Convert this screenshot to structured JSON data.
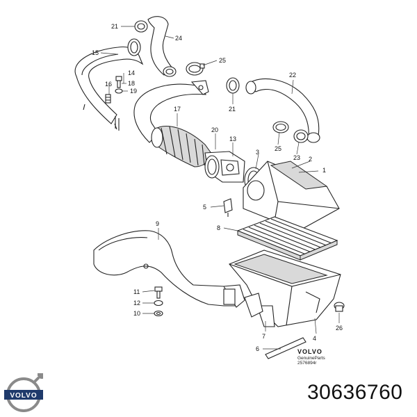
{
  "callouts": {
    "c21a": "21",
    "c24": "24",
    "c15": "15",
    "c25a": "25",
    "c14": "14",
    "c18": "18",
    "c16": "16",
    "c19": "19",
    "c22": "22",
    "c21b": "21",
    "c17": "17",
    "c20": "20",
    "c13": "13",
    "c25b": "25",
    "c23": "23",
    "c3": "3",
    "c2": "2",
    "c1": "1",
    "c5": "5",
    "c8": "8",
    "c9": "9",
    "c11": "11",
    "c12": "12",
    "c10": "10",
    "c7": "7",
    "c26": "26",
    "c4": "4",
    "c6": "6"
  },
  "brand_block": {
    "brand": "VOLVO",
    "line1": "GenuineParts",
    "line2": "2576894r"
  },
  "logo_brand": "VOLVO",
  "part_number": "30636760"
}
